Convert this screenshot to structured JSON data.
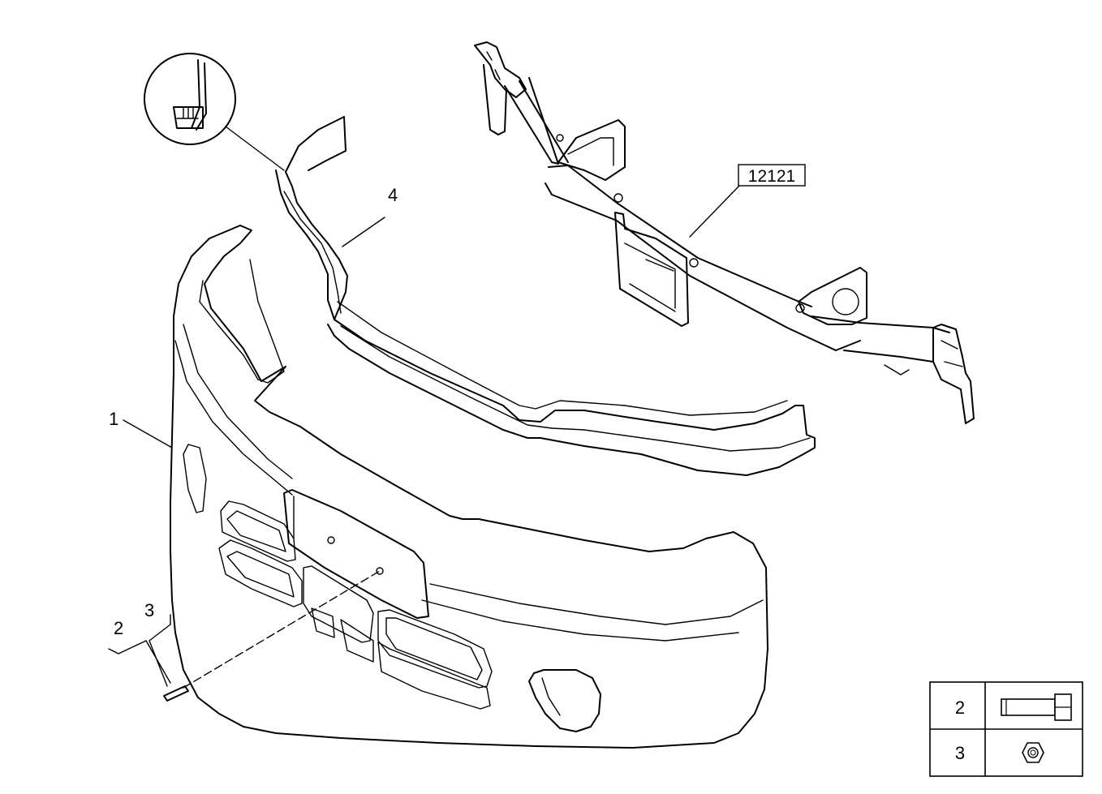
{
  "callouts": {
    "part_1": "1",
    "part_2": "2",
    "part_3": "3",
    "part_4": "4",
    "ref_group": "12121"
  },
  "legend": {
    "rows": [
      {
        "number": "2",
        "icon": "bolt-icon"
      },
      {
        "number": "3",
        "icon": "nut-icon"
      }
    ]
  },
  "colors": {
    "line": "#000000",
    "background": "#ffffff"
  }
}
